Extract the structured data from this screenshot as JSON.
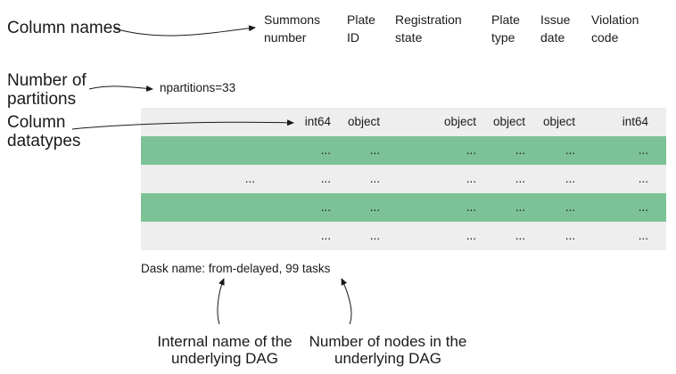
{
  "annotations": {
    "column_names": "Column names",
    "npartitions_label": [
      "Number of",
      "partitions"
    ],
    "datatypes_label": [
      "Column",
      "datatypes"
    ],
    "internal_name": [
      "Internal name of the",
      "underlying DAG"
    ],
    "node_count": [
      "Number of nodes in the",
      "underlying DAG"
    ]
  },
  "columns": [
    {
      "name": [
        "Summons",
        "number"
      ],
      "dtype": "int64"
    },
    {
      "name": [
        "Plate",
        "ID"
      ],
      "dtype": "object"
    },
    {
      "name": [
        "Registration",
        "state"
      ],
      "dtype": "object"
    },
    {
      "name": [
        "Plate",
        "type"
      ],
      "dtype": "object"
    },
    {
      "name": [
        "Issue",
        "date"
      ],
      "dtype": "object"
    },
    {
      "name": [
        "Violation",
        "code"
      ],
      "dtype": "int64"
    }
  ],
  "npartitions": "npartitions=33",
  "ellipsis": "...",
  "dask_name": "Dask name: from-delayed, 99 tasks"
}
